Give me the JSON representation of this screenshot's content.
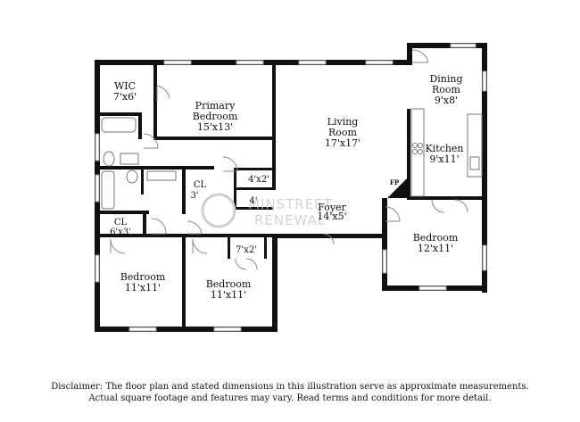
{
  "rooms": {
    "wic": {
      "name": "WIC",
      "size": "7'x6'"
    },
    "primary_bedroom": {
      "name": "Primary",
      "name2": "Bedroom",
      "size": "15'x13'"
    },
    "living_room": {
      "name": "Living",
      "name2": "Room",
      "size": "17'x17'"
    },
    "dining_room": {
      "name": "Dining",
      "name2": "Room",
      "size": "9'x8'"
    },
    "kitchen": {
      "name": "Kitchen",
      "size": "9'x11'"
    },
    "closet_center": {
      "name": "CL",
      "size": "3'"
    },
    "closet_4x2_upper": {
      "size": "4'x2'"
    },
    "closet_4_lower": {
      "size": "4'"
    },
    "foyer": {
      "name": "Foyer",
      "size": "14'x5'"
    },
    "fireplace": {
      "name": "FP"
    },
    "bedroom_east": {
      "name": "Bedroom",
      "size": "12'x11'"
    },
    "closet_west": {
      "name": "CL",
      "size": "6'x3'"
    },
    "bedroom_sw": {
      "name": "Bedroom",
      "size": "11'x11'"
    },
    "bedroom_south": {
      "name": "Bedroom",
      "size": "11'x11'"
    },
    "closet_7x2": {
      "size": "7'x2'"
    }
  },
  "watermark": {
    "line1": "MINSTREET",
    "line2": "RENEWAL"
  },
  "disclaimer": {
    "line1": "Disclaimer: The floor plan and stated dimensions in this illustration serve as approximate measurements.",
    "line2": "Actual square footage and features may vary. Read terms and conditions for more detail."
  }
}
